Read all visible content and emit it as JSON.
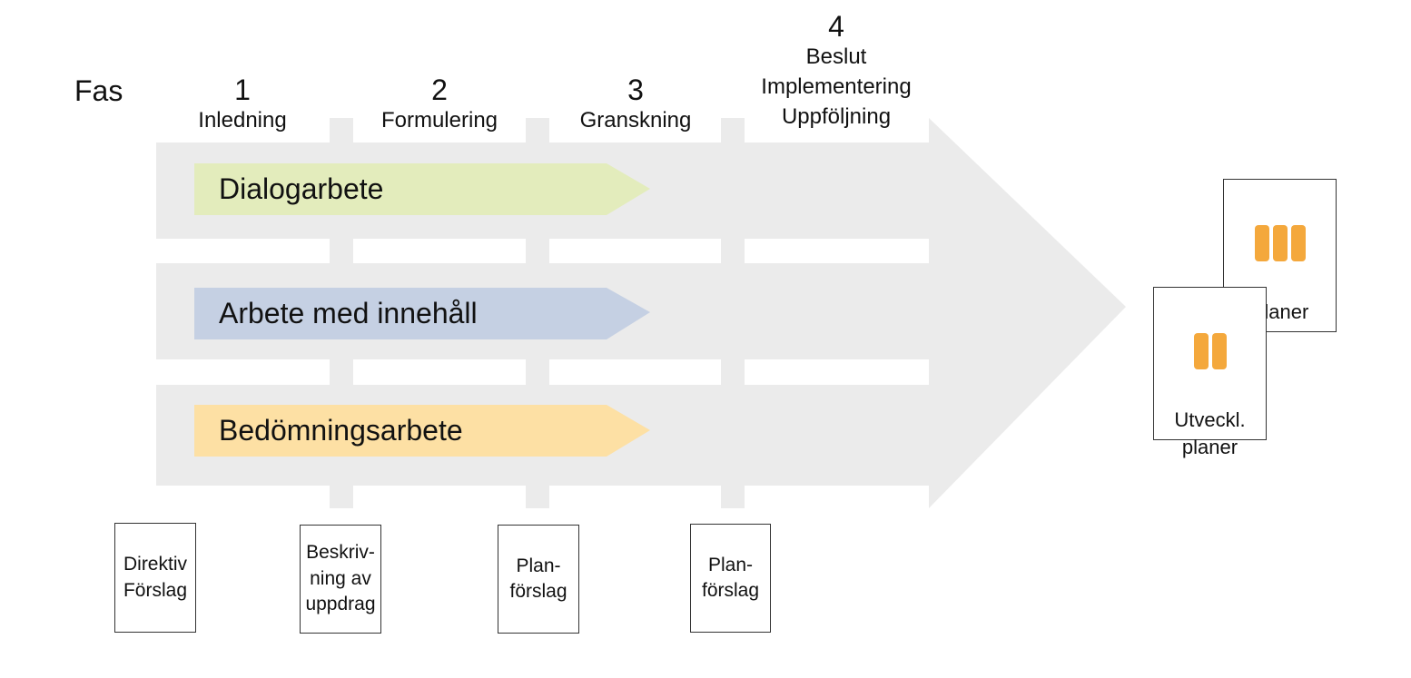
{
  "fas_label": "Fas",
  "phases": [
    {
      "number": "1",
      "name": "Inledning"
    },
    {
      "number": "2",
      "name": "Formulering"
    },
    {
      "number": "3",
      "name": "Granskning"
    },
    {
      "number": "4",
      "name": "Beslut\nImplementering\nUppföljning"
    }
  ],
  "bands": [
    {
      "label": "Dialogarbete",
      "color": "#e3ecbc"
    },
    {
      "label": "Arbete med innehåll",
      "color": "#c5d0e3"
    },
    {
      "label": "Bedömningsarbete",
      "color": "#fde0a4"
    }
  ],
  "documents": [
    {
      "text": "Direktiv\nFörslag"
    },
    {
      "text": "Beskriv-\nning av\nuppdrag"
    },
    {
      "text": "Plan-\nförslag"
    },
    {
      "text": "Plan-\nförslag"
    }
  ],
  "outputs": {
    "planer": "Planer",
    "utveckl_planer": "Utveckl.\nplaner"
  },
  "colors": {
    "arrow": "#ebebeb",
    "accent": "#f4a83c"
  }
}
